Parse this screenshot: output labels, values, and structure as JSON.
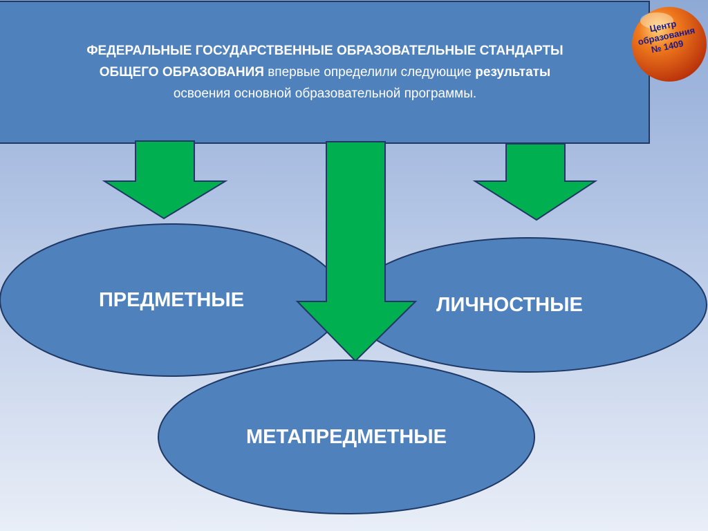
{
  "header": {
    "bold_part1": "ФЕДЕРАЛЬНЫЕ ГОСУДАРСТВЕННЫЕ ОБРАЗОВАТЕЛЬНЫЕ СТАНДАРТЫ",
    "bold_part2": "ОБЩЕГО ОБРАЗОВАНИЯ",
    "normal_part1": " впервые определили следующие ",
    "bold_part3": "результаты",
    "normal_part2": "освоения основной образовательной программы."
  },
  "ellipses": {
    "left_label": "ПРЕДМЕТНЫЕ",
    "right_label": "ЛИЧНОСТНЫЕ",
    "bottom_label": "МЕТАПРЕДМЕТНЫЕ"
  },
  "logo": {
    "line1": "Центр",
    "line2": "образования",
    "line3": "№ 1409"
  },
  "colors": {
    "box_fill": "#4f81bd",
    "box_stroke": "#1f3864",
    "arrow_fill": "#00b050",
    "ball": "#e8500e"
  }
}
